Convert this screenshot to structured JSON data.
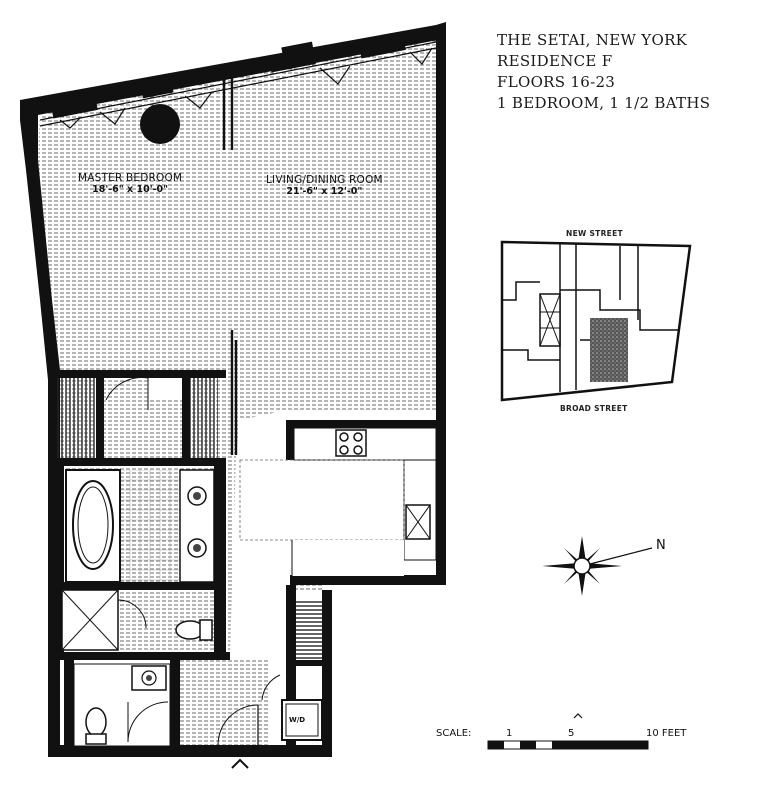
{
  "title": {
    "line1": "THE SETAI, NEW YORK",
    "line2": "RESIDENCE F",
    "line3": "FLOORS 16-23",
    "line4": "1 BEDROOM, 1 1/2 BATHS"
  },
  "rooms": {
    "master_bedroom": {
      "name": "MASTER BEDROOM",
      "dim": "18'-6\" x 10'-0\""
    },
    "living_dining": {
      "name": "LIVING/DINING ROOM",
      "dim": "21'-6\" x 12'-0\""
    }
  },
  "keyplan": {
    "street_top": "NEW STREET",
    "street_bottom": "BROAD STREET"
  },
  "compass": {
    "label": "N"
  },
  "appliances": {
    "washer_dryer": "W/D"
  },
  "scale": {
    "label": "SCALE:",
    "tick1": "1",
    "tick5": "5",
    "tick10": "10 FEET"
  },
  "colors": {
    "wall": "#111111",
    "hatch": "#4a4a4a",
    "paper": "#ffffff"
  }
}
